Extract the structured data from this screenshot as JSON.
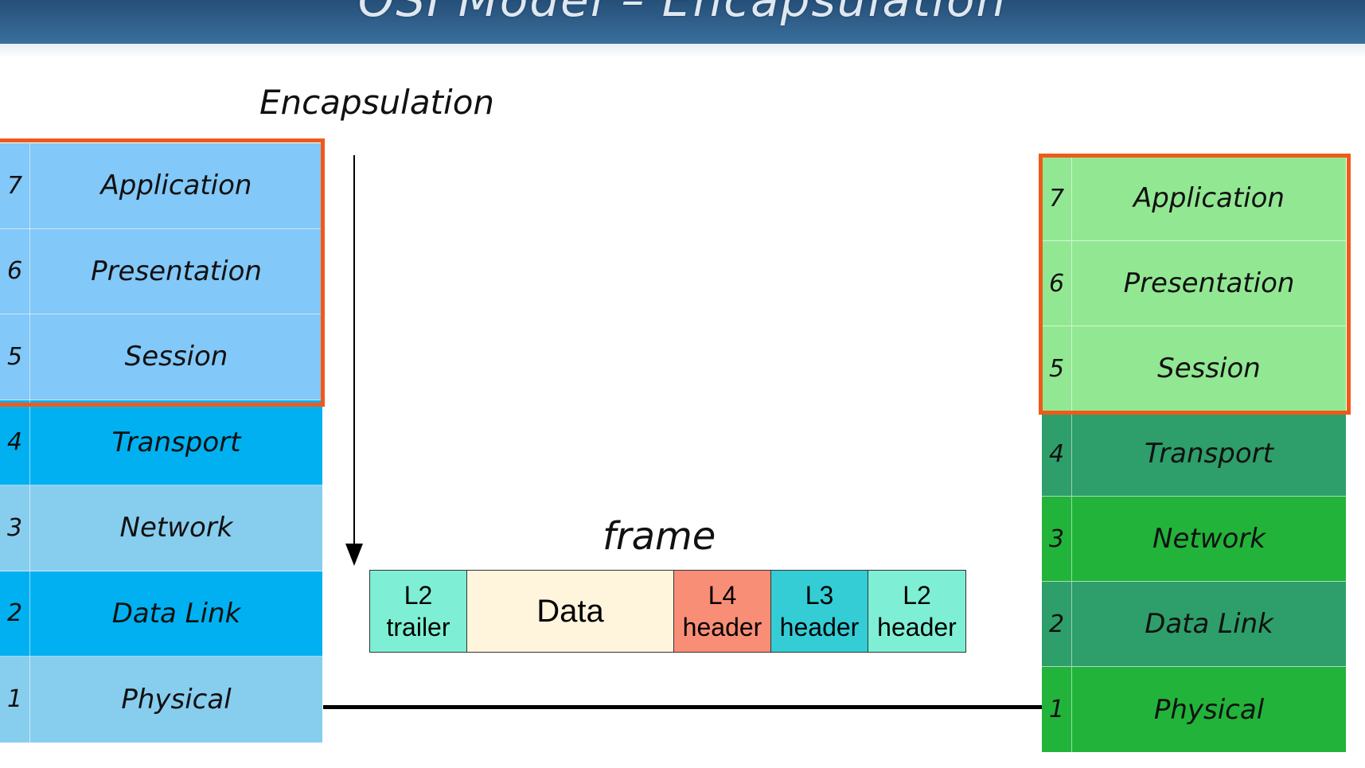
{
  "header": {
    "title": "OSI Model – Encapsulation",
    "color": "#2d5f8e"
  },
  "encapsulation_label": "Encapsulation",
  "frame_label": "frame",
  "sender_stack": {
    "layers": [
      {
        "num": "7",
        "name": "Application",
        "color": "#82c8f8"
      },
      {
        "num": "6",
        "name": "Presentation",
        "color": "#82c8f8"
      },
      {
        "num": "5",
        "name": "Session",
        "color": "#82c8f8"
      },
      {
        "num": "4",
        "name": "Transport",
        "color": "#00b0f0"
      },
      {
        "num": "3",
        "name": "Network",
        "color": "#87cdee"
      },
      {
        "num": "2",
        "name": "Data Link",
        "color": "#00b0f0"
      },
      {
        "num": "1",
        "name": "Physical",
        "color": "#87cdee"
      }
    ],
    "highlight_color": "#f05a19"
  },
  "receiver_stack": {
    "layers": [
      {
        "num": "7",
        "name": "Application",
        "color": "#92e892"
      },
      {
        "num": "6",
        "name": "Presentation",
        "color": "#92e892"
      },
      {
        "num": "5",
        "name": "Session",
        "color": "#92e892"
      },
      {
        "num": "4",
        "name": "Transport",
        "color": "#2e9e6a"
      },
      {
        "num": "3",
        "name": "Network",
        "color": "#22b33a"
      },
      {
        "num": "2",
        "name": "Data Link",
        "color": "#2e9e6a"
      },
      {
        "num": "1",
        "name": "Physical",
        "color": "#22b33a"
      }
    ],
    "highlight_color": "#f05a19"
  },
  "frame_cells": [
    {
      "line1": "L2",
      "line2": "trailer",
      "color": "#7eefd4"
    },
    {
      "line1": "Data",
      "line2": "",
      "color": "#fff4dc"
    },
    {
      "line1": "L4",
      "line2": "header",
      "color": "#f98e76"
    },
    {
      "line1": "L3",
      "line2": "header",
      "color": "#34cdd6"
    },
    {
      "line1": "L2",
      "line2": "header",
      "color": "#7eefd4"
    }
  ]
}
